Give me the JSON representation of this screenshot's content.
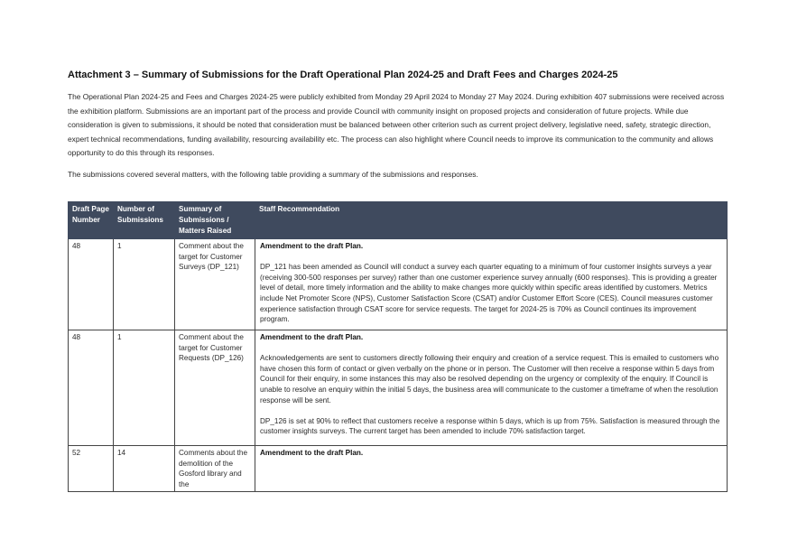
{
  "document": {
    "title": "Attachment 3 – Summary of Submissions for the Draft Operational Plan 2024-25 and Draft Fees and Charges 2024-25",
    "intro": "The Operational Plan 2024-25 and Fees and Charges 2024-25 were publicly exhibited from Monday 29 April 2024 to Monday 27 May 2024. During exhibition 407 submissions were received across the exhibition platform. Submissions are an important part of the process and provide Council with community insight on proposed projects and consideration of future projects. While due consideration is given to submissions, it should be noted that consideration must be balanced between other criterion such as current project delivery, legislative need, safety, strategic direction, expert technical recommendations, funding availability, resourcing availability etc. The process can also highlight where Council needs to improve its communication to the community and allows opportunity to do this through its responses.",
    "lead": "The submissions covered several matters, with the following table providing a summary of the submissions and responses."
  },
  "table": {
    "headers": {
      "page": "Draft Page Number",
      "count": "Number of Submissions",
      "summary": "Summary of Submissions / Matters Raised",
      "rec": "Staff Recommendation"
    },
    "rows": [
      {
        "page": "48",
        "count": "1",
        "summary": "Comment about the target for Customer Surveys (DP_121)",
        "rec_head": "Amendment to the draft Plan.",
        "rec_paras": [
          "DP_121 has been amended as Council will conduct a survey each quarter equating to a minimum of four customer insights surveys a year (receiving 300-500 responses per survey) rather than one customer experience survey annually (600 responses). This is providing a greater level of detail, more timely information and the ability to make changes more quickly within specific areas identified by customers. Metrics include Net Promoter Score (NPS), Customer Satisfaction Score (CSAT) and/or Customer Effort Score (CES). Council measures customer experience satisfaction through CSAT score for service requests. The target for 2024-25 is 70% as Council continues its improvement program."
        ]
      },
      {
        "page": "48",
        "count": "1",
        "summary": "Comment about the target for Customer Requests (DP_126)",
        "rec_head": "Amendment to the draft Plan.",
        "rec_paras": [
          "Acknowledgements are sent to customers directly following their enquiry and creation of a service request. This is emailed to customers who have chosen this form of contact or given verbally on the phone or in person. The Customer will then receive a response within 5 days from Council for their enquiry, in some instances this may also be resolved depending on the urgency or complexity of the enquiry. If Council is unable to resolve an enquiry within the initial 5 days, the business area will communicate to the customer a timeframe of when the resolution response will be sent.",
          "DP_126 is set at 90% to reflect that customers receive a response within 5 days, which is up from 75%. Satisfaction is measured through the customer insights surveys. The current target has been amended to include 70% satisfaction target."
        ]
      },
      {
        "page": "52",
        "count": "14",
        "summary": "Comments about the demolition of the Gosford library and the",
        "rec_head": "Amendment to the draft Plan.",
        "rec_paras": []
      }
    ]
  }
}
